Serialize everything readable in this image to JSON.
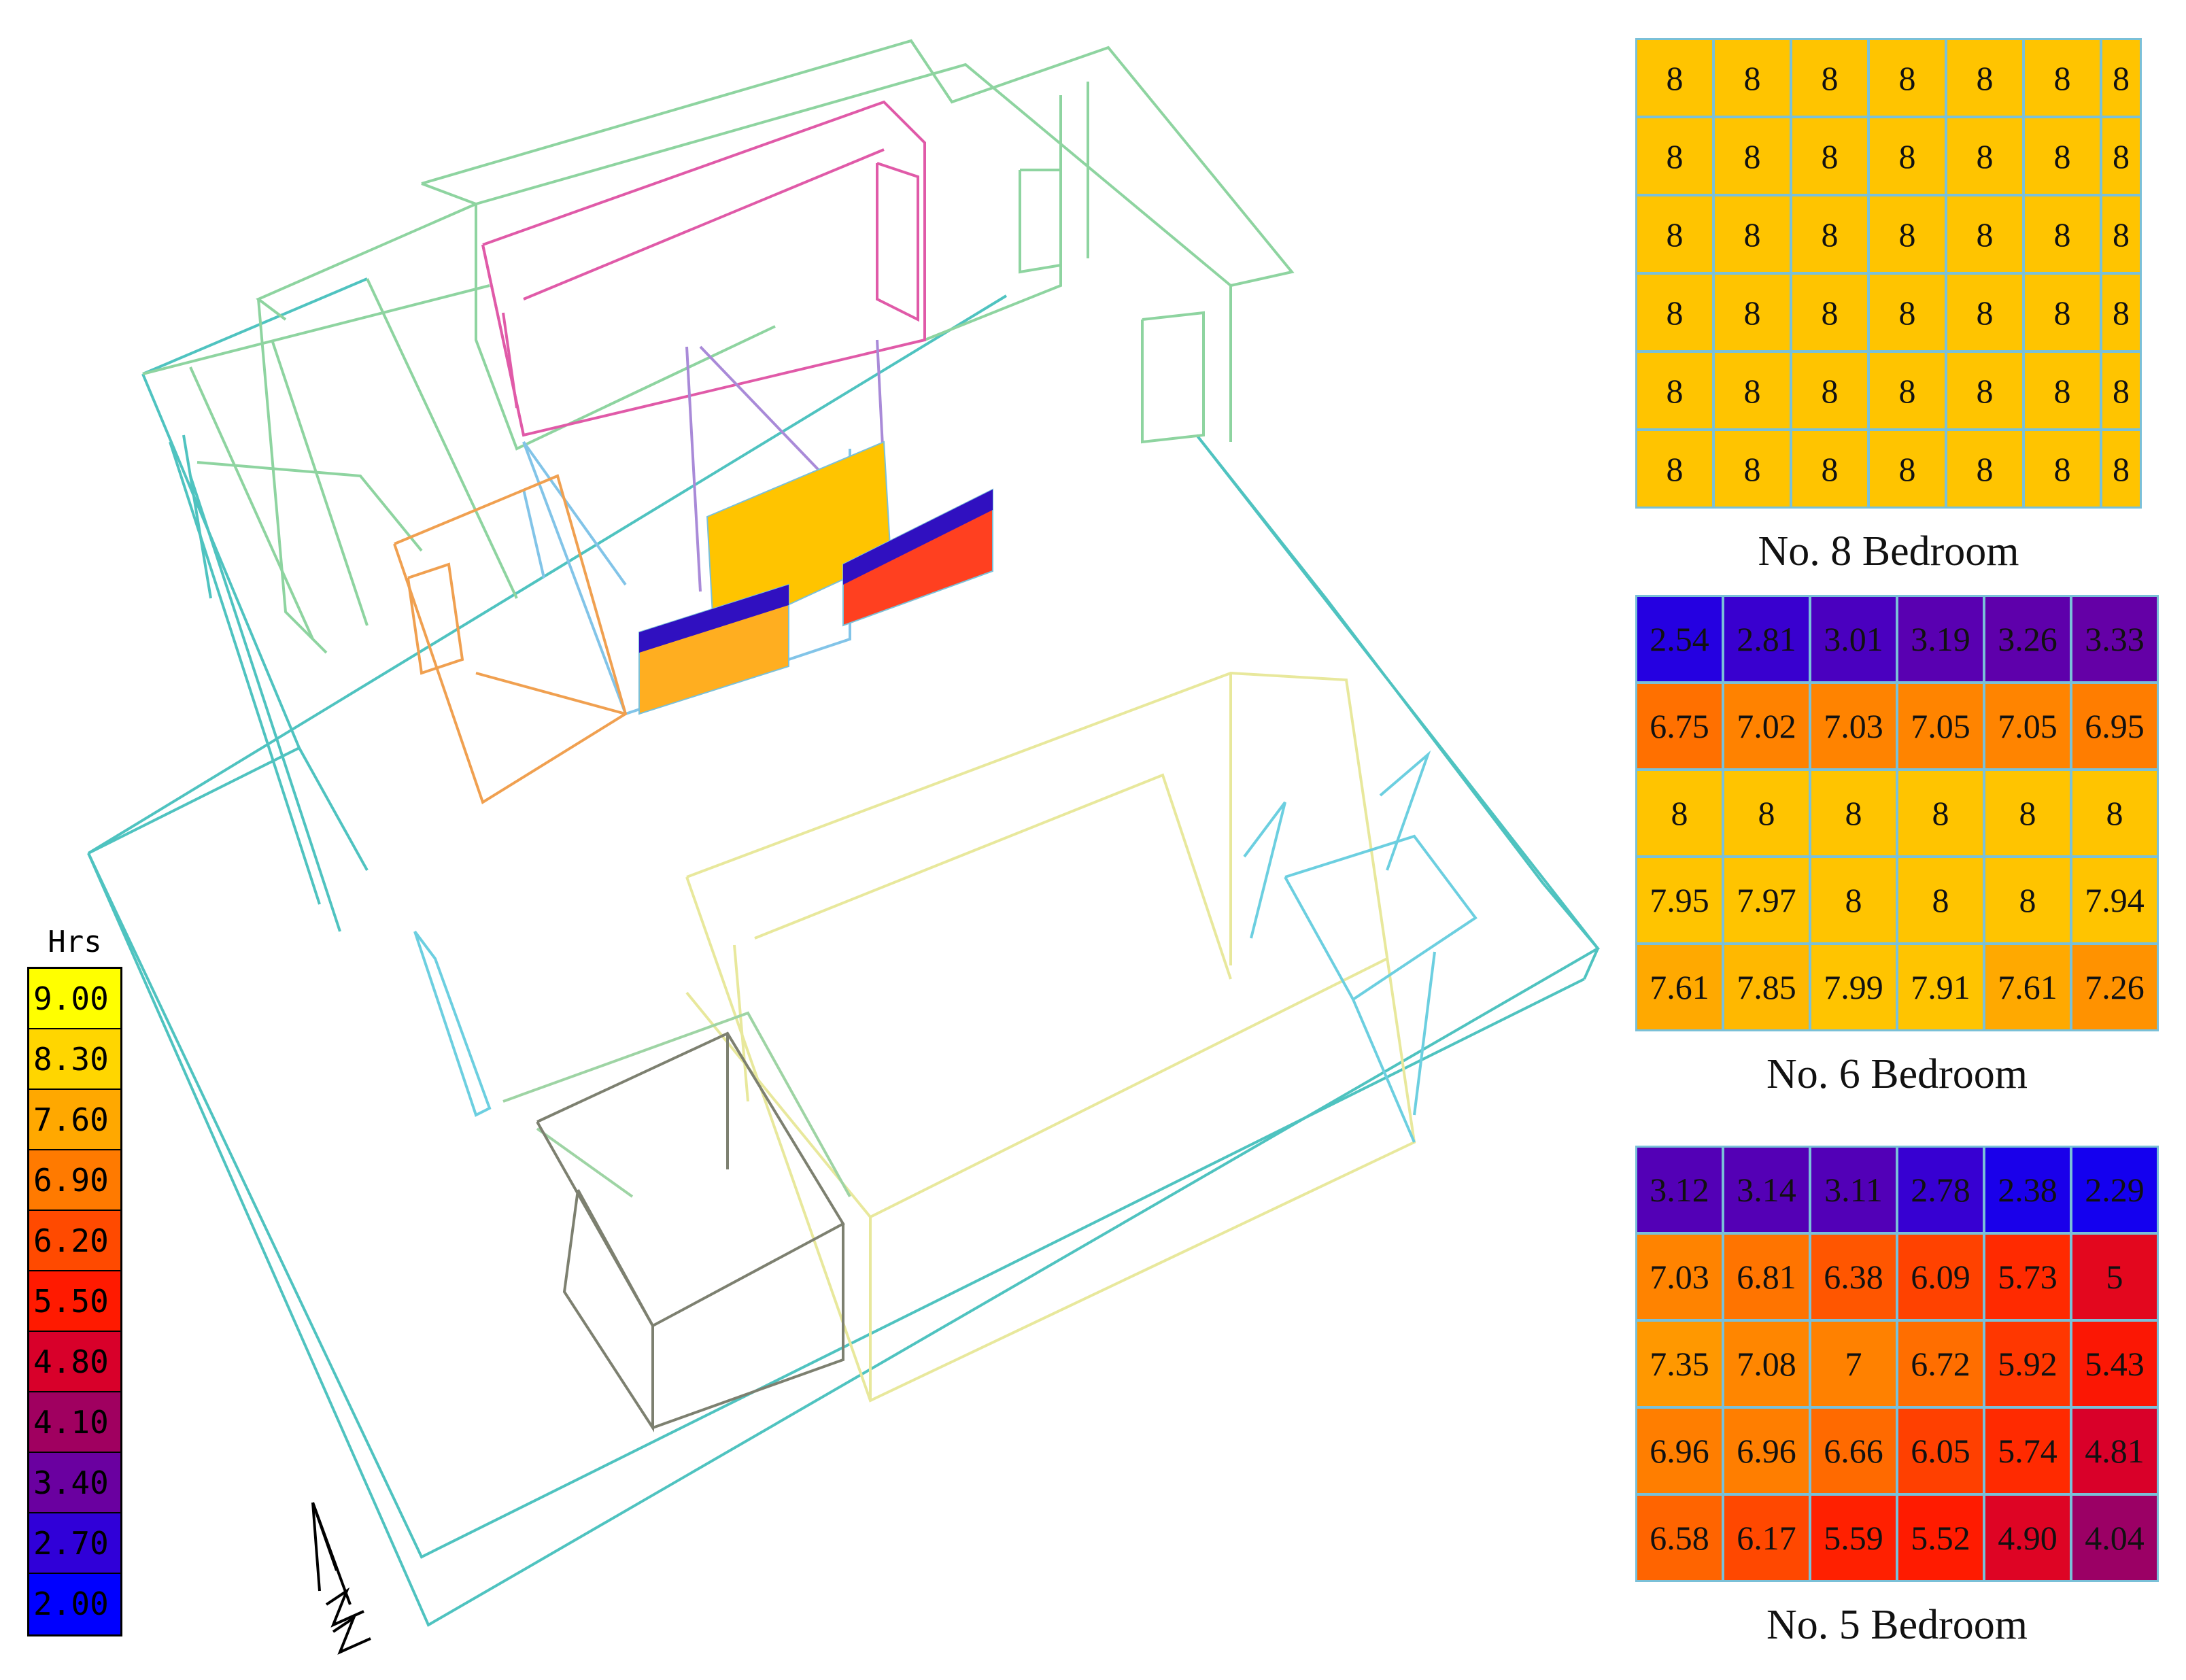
{
  "legend": {
    "title": "Hrs",
    "entries": [
      {
        "label": "9.00",
        "color": "#ffff00"
      },
      {
        "label": "8.30",
        "color": "#ffd600"
      },
      {
        "label": "7.60",
        "color": "#ffa800"
      },
      {
        "label": "6.90",
        "color": "#ff7a00"
      },
      {
        "label": "6.20",
        "color": "#ff4a00"
      },
      {
        "label": "5.50",
        "color": "#ff1a00"
      },
      {
        "label": "4.80",
        "color": "#d8002a"
      },
      {
        "label": "4.10",
        "color": "#a00060"
      },
      {
        "label": "3.40",
        "color": "#6a00a0"
      },
      {
        "label": "2.70",
        "color": "#3000d8"
      },
      {
        "label": "2.00",
        "color": "#0000ff"
      }
    ]
  },
  "rooms": {
    "bedroom8": {
      "caption": "No. 8 Bedroom",
      "rows": [
        [
          "8",
          "8",
          "8",
          "8",
          "8",
          "8",
          "8"
        ],
        [
          "8",
          "8",
          "8",
          "8",
          "8",
          "8",
          "8"
        ],
        [
          "8",
          "8",
          "8",
          "8",
          "8",
          "8",
          "8"
        ],
        [
          "8",
          "8",
          "8",
          "8",
          "8",
          "8",
          "8"
        ],
        [
          "8",
          "8",
          "8",
          "8",
          "8",
          "8",
          "8"
        ],
        [
          "8",
          "8",
          "8",
          "8",
          "8",
          "8",
          "8"
        ]
      ]
    },
    "bedroom6": {
      "caption": "No. 6 Bedroom",
      "rows": [
        [
          "2.54",
          "2.81",
          "3.01",
          "3.19",
          "3.26",
          "3.33"
        ],
        [
          "6.75",
          "7.02",
          "7.03",
          "7.05",
          "7.05",
          "6.95"
        ],
        [
          "8",
          "8",
          "8",
          "8",
          "8",
          "8"
        ],
        [
          "7.95",
          "7.97",
          "8",
          "8",
          "8",
          "7.94"
        ],
        [
          "7.61",
          "7.85",
          "7.99",
          "7.91",
          "7.61",
          "7.26"
        ]
      ]
    },
    "bedroom5": {
      "caption": "No. 5 Bedroom",
      "rows": [
        [
          "3.12",
          "3.14",
          "3.11",
          "2.78",
          "2.38",
          "2.29"
        ],
        [
          "7.03",
          "6.81",
          "6.38",
          "6.09",
          "5.73",
          "5"
        ],
        [
          "7.35",
          "7.08",
          "7",
          "6.72",
          "5.92",
          "5.43"
        ],
        [
          "6.96",
          "6.96",
          "6.66",
          "6.05",
          "5.74",
          "4.81"
        ],
        [
          "6.58",
          "6.17",
          "5.59",
          "5.52",
          "4.90",
          "4.04"
        ]
      ]
    }
  }
}
